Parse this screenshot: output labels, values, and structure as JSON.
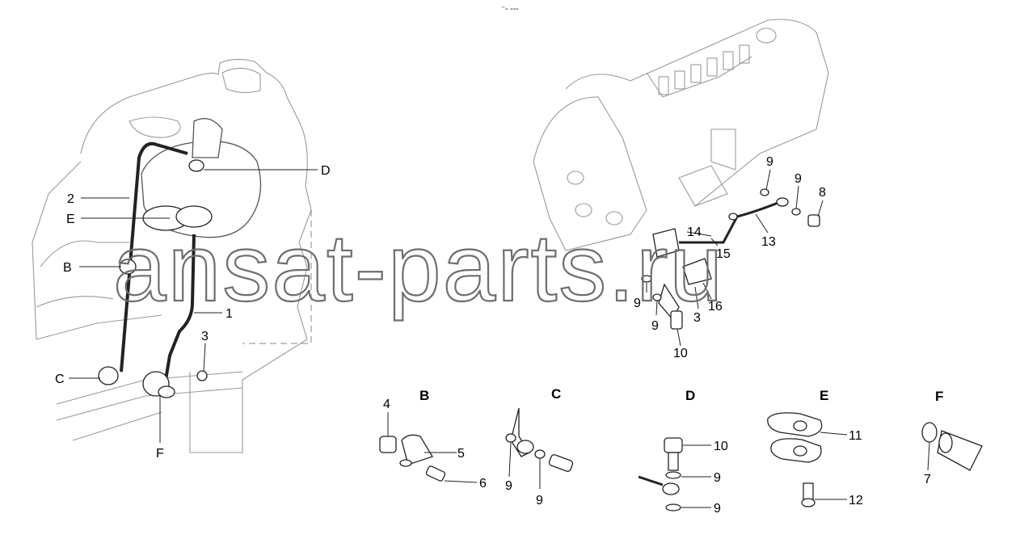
{
  "diagram": {
    "header_mark": "⁻- ---",
    "watermark": "ansat-parts.ru",
    "main_callouts": [
      {
        "id": "D",
        "text": "D"
      },
      {
        "id": "2",
        "text": "2"
      },
      {
        "id": "E",
        "text": "E"
      },
      {
        "id": "B",
        "text": "B"
      },
      {
        "id": "1",
        "text": "1"
      },
      {
        "id": "3a",
        "text": "3"
      },
      {
        "id": "C",
        "text": "C"
      },
      {
        "id": "F",
        "text": "F"
      },
      {
        "id": "9a",
        "text": "9"
      },
      {
        "id": "9b",
        "text": "9"
      },
      {
        "id": "8",
        "text": "8"
      },
      {
        "id": "14",
        "text": "14"
      },
      {
        "id": "13",
        "text": "13"
      },
      {
        "id": "15",
        "text": "15"
      },
      {
        "id": "9c",
        "text": "9"
      },
      {
        "id": "16",
        "text": "16"
      },
      {
        "id": "3b",
        "text": "3"
      },
      {
        "id": "9d",
        "text": "9"
      },
      {
        "id": "10",
        "text": "10"
      }
    ],
    "details": [
      {
        "title": "B",
        "labels": [
          "4",
          "5",
          "6"
        ]
      },
      {
        "title": "C",
        "labels": [
          "9",
          "9"
        ]
      },
      {
        "title": "D",
        "labels": [
          "10",
          "9",
          "9"
        ]
      },
      {
        "title": "E",
        "labels": [
          "11",
          "12"
        ]
      },
      {
        "title": "F",
        "labels": [
          "7"
        ]
      }
    ]
  }
}
